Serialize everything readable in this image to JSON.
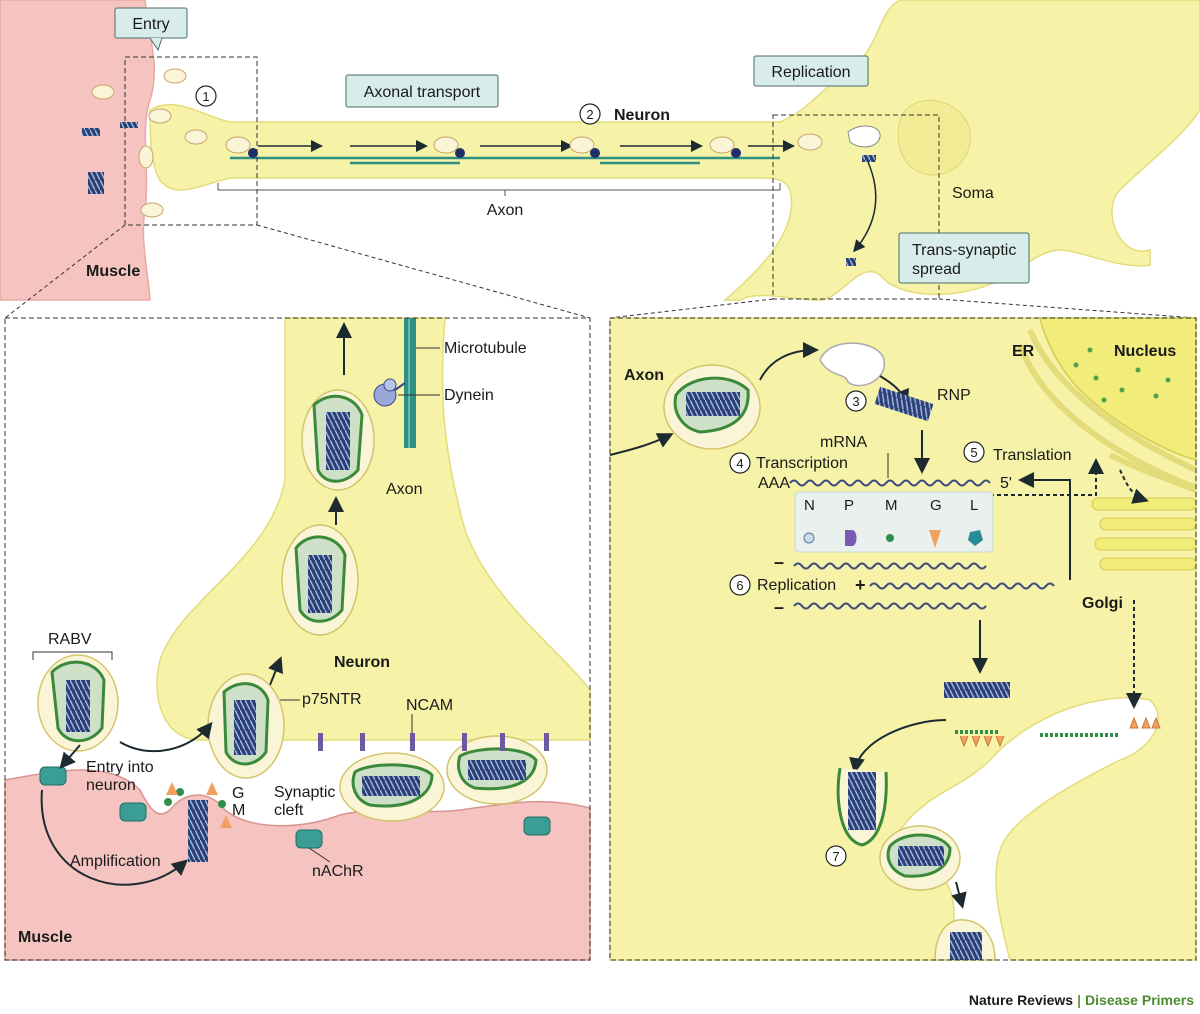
{
  "labels": {
    "entry": "Entry",
    "axonal_transport": "Axonal transport",
    "replication_top": "Replication",
    "trans_synaptic": "Trans-synaptic",
    "spread": "spread",
    "neuron_top": "Neuron",
    "axon_top": "Axon",
    "soma": "Soma",
    "muscle_top": "Muscle",
    "microtubule": "Microtubule",
    "dynein": "Dynein",
    "axon_left": "Axon",
    "neuron_left": "Neuron",
    "rabv": "RABV",
    "p75ntr": "p75NTR",
    "ncam": "NCAM",
    "entry_into": "Entry into",
    "neuron_word": "neuron",
    "g_label": "G",
    "m_label": "M",
    "synaptic": "Synaptic",
    "cleft": "cleft",
    "amplification": "Amplification",
    "nachr": "nAChR",
    "muscle_bottom": "Muscle",
    "axon_right": "Axon",
    "rnp": "RNP",
    "mrna": "mRNA",
    "transcription": "Transcription",
    "aaa": "AAA",
    "five_prime": "5'",
    "translation": "Translation",
    "er": "ER",
    "nucleus": "Nucleus",
    "protein_n": "N",
    "protein_p": "P",
    "protein_m": "M",
    "protein_g": "G",
    "protein_l": "L",
    "minus_top": "–",
    "replication_right": "Replication",
    "plus": "+",
    "minus_bottom": "–",
    "golgi": "Golgi"
  },
  "steps": [
    "1",
    "2",
    "3",
    "4",
    "5",
    "6",
    "7"
  ],
  "footer": {
    "journal": "Nature Reviews",
    "separator": "|",
    "series": "Disease Primers"
  },
  "colors": {
    "neuron_fill": "#f6f2a8",
    "muscle_fill": "#f5c4c0",
    "virus_outline": "#3a8a3a",
    "virus_core": "#cfe0c8",
    "glycoprotein": "#e8914a",
    "microtubule": "#2f8f82",
    "callout": "#d8ecea"
  }
}
